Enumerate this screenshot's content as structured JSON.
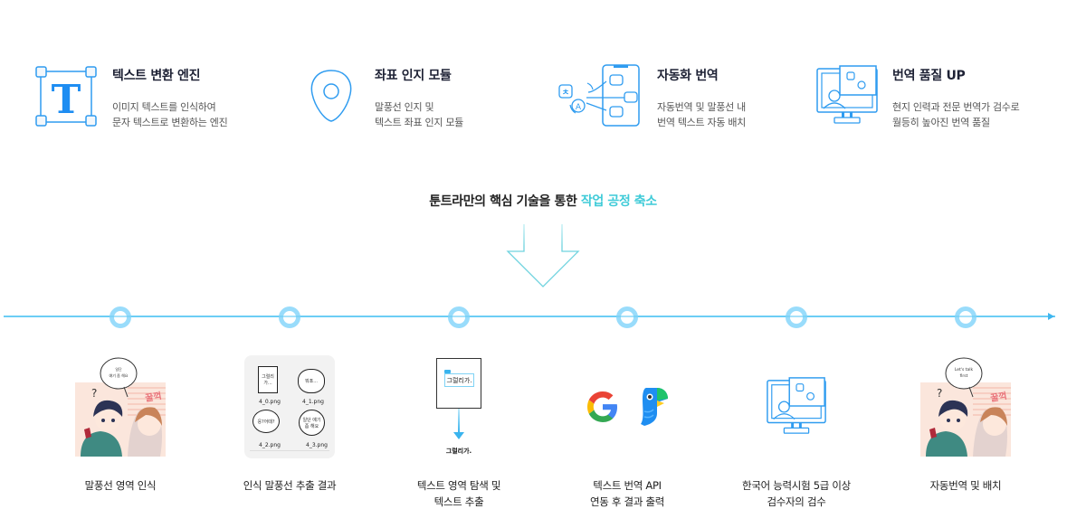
{
  "features": [
    {
      "icon": "text-box-icon",
      "title": "텍스트 변환 엔진",
      "desc": [
        "이미지 텍스트를 인식하여",
        "문자 텍스트로 변환하는 엔진"
      ]
    },
    {
      "icon": "location-pin-icon",
      "title": "좌표 인지 모듈",
      "desc": [
        "말풍선 인지 및",
        "텍스트 좌표 인지 모듈"
      ]
    },
    {
      "icon": "phone-translate-icon",
      "title": "자동화 번역",
      "desc": [
        "자동번역 및 말풍선 내",
        "번역 텍스트 자동 배치"
      ]
    },
    {
      "icon": "monitor-translate-icon",
      "title": "번역 품질 UP",
      "desc": [
        "현지 인력과 전문 번역가 검수로",
        "월등히 높아진 번역 품질"
      ]
    }
  ],
  "headline": {
    "prefix": "툰트라만의 핵심 기술을 통한 ",
    "accent": "작업 공정 축소"
  },
  "colors": {
    "accent": "#3fcbd8",
    "timeline": "#6ccdf5",
    "node": "#99dcfb",
    "icon_blue": "#2f9cf0"
  },
  "steps": [
    {
      "caption": [
        "말풍선 영역 인식"
      ],
      "bubble_text": [
        "일단",
        "얘기 좀 해요"
      ]
    },
    {
      "caption": [
        "인식 말풍선 추출 결과"
      ],
      "files": [
        {
          "name": "4_0.png",
          "text": "그럴리가..."
        },
        {
          "name": "4_1.png",
          "text": "뭐죠..."
        },
        {
          "name": "4_2.png",
          "text": "응?어때?"
        },
        {
          "name": "4_3.png",
          "text": "일단 얘기 좀 해요"
        }
      ]
    },
    {
      "caption": [
        "텍스트 영역 탐색 및",
        "텍스트 추출"
      ],
      "detected_text": "그럴리가.",
      "extracted_text": "그럴리가."
    },
    {
      "caption": [
        "텍스트 번역 API",
        "연동 후 결과 출력"
      ],
      "logos": [
        "google-logo",
        "papago-logo"
      ]
    },
    {
      "caption": [
        "한국어 능력시험 5급 이상",
        "검수자의 검수"
      ]
    },
    {
      "caption": [
        "자동번역 및 배치"
      ],
      "bubble_text": [
        "Let's talk",
        "first"
      ]
    }
  ]
}
